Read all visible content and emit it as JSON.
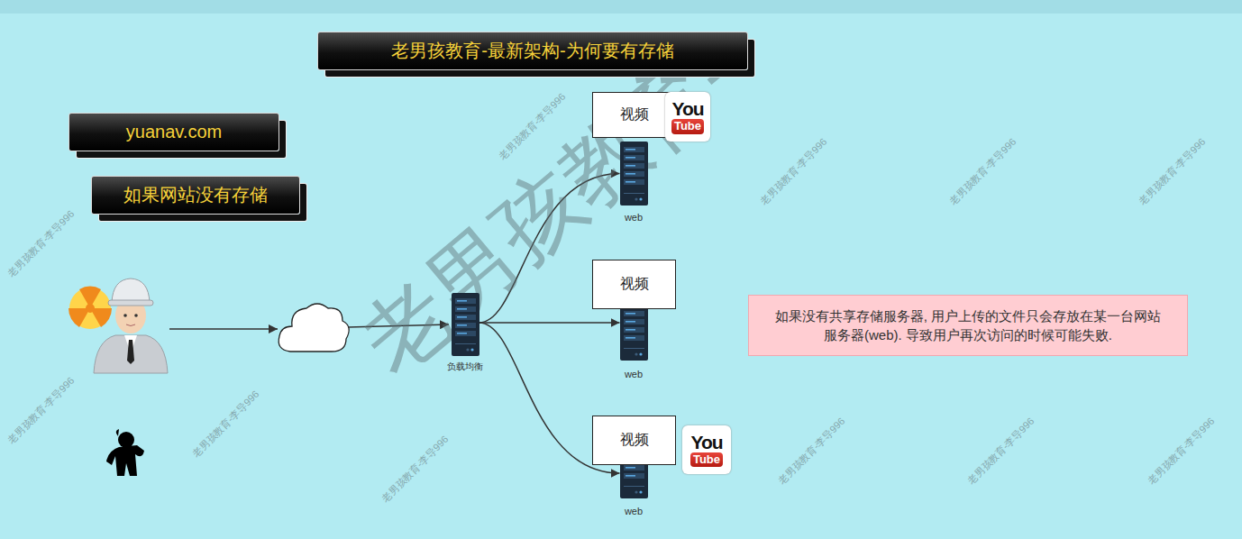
{
  "diagram": {
    "nodes": [
      {
        "text": [
          "老男孩教育-最新架构-为何要有存储"
        ]
      },
      {
        "text": [
          "yuanav.com"
        ]
      },
      {
        "text": [
          "如果网站没有存储"
        ]
      },
      {
        "text": [
          "视频"
        ]
      },
      {
        "text": [
          "web"
        ]
      },
      {
        "text": [
          "负载均衡"
        ]
      },
      {
        "text": [
          "视频"
        ]
      },
      {
        "text": [
          "web"
        ]
      },
      {
        "text": [
          "如果没有共享存储服务器, 用户上传的文件只会存放在某一台网站服务器(web). 导致用户再次访问的时候可能失败."
        ]
      },
      {
        "text": [
          "视频"
        ]
      },
      {
        "text": [
          "web"
        ]
      }
    ],
    "edges": [
      {
        "from": 5,
        "to": 4,
        "arrow": "to"
      },
      {
        "from": 5,
        "to": 7,
        "arrow": "to"
      },
      {
        "from": 5,
        "to": 10,
        "arrow": "to"
      }
    ],
    "labels": [
      "老男孩教育-",
      "You",
      "Tube",
      "You",
      "Tube",
      "老男孩教育-李导996",
      "老男孩教育-李导996",
      "老男孩教育-李导996",
      "老男孩教育-李导996",
      "老男孩教育-李导996",
      "老男孩教育-李导996",
      "老男孩教育-李导996",
      "老男孩教育-李导996",
      "老男孩教育-李导996",
      "老男孩教育-李导996",
      "老男孩教育-李导996"
    ]
  }
}
